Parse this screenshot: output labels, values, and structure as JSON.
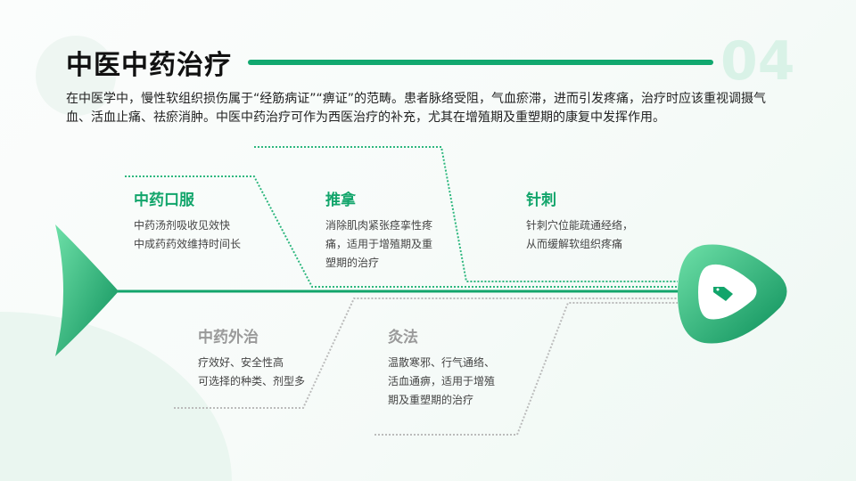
{
  "title": "中医中药治疗",
  "page_number": "04",
  "intro": "在中医学中，慢性软组织损伤属于“经筋病证”“痹证”的范畴。患者脉络受阻，气血瘀滞，进而引发疼痛，治疗时应该重视调摄气血、活血止痛、祛瘀消肿。中医中药治疗可作为西医治疗的补充，尤其在增殖期及重塑期的康复中发挥作用。",
  "items": [
    {
      "title": "中药口服",
      "lines": [
        "中药汤剂吸收见效快",
        "中成药药效维持时间长"
      ]
    },
    {
      "title": "推拿",
      "lines": [
        "消除肌肉紧张痉挛性疼",
        "痛，适用于增殖期及重",
        "塑期的治疗"
      ]
    },
    {
      "title": "针刺",
      "lines": [
        "针刺穴位能疏通经络，",
        "从而缓解软组织疼痛"
      ]
    },
    {
      "title": "中药外治",
      "lines": [
        "疗效好、安全性高",
        "可选择的种类、剂型多"
      ]
    },
    {
      "title": "灸法",
      "lines": [
        "温散寒邪、行气通络、",
        "活血通痹，适用于增殖",
        "期及重塑期的治疗"
      ]
    }
  ],
  "colors": {
    "accent": "#12a56b",
    "muted": "#9a9a9a"
  }
}
